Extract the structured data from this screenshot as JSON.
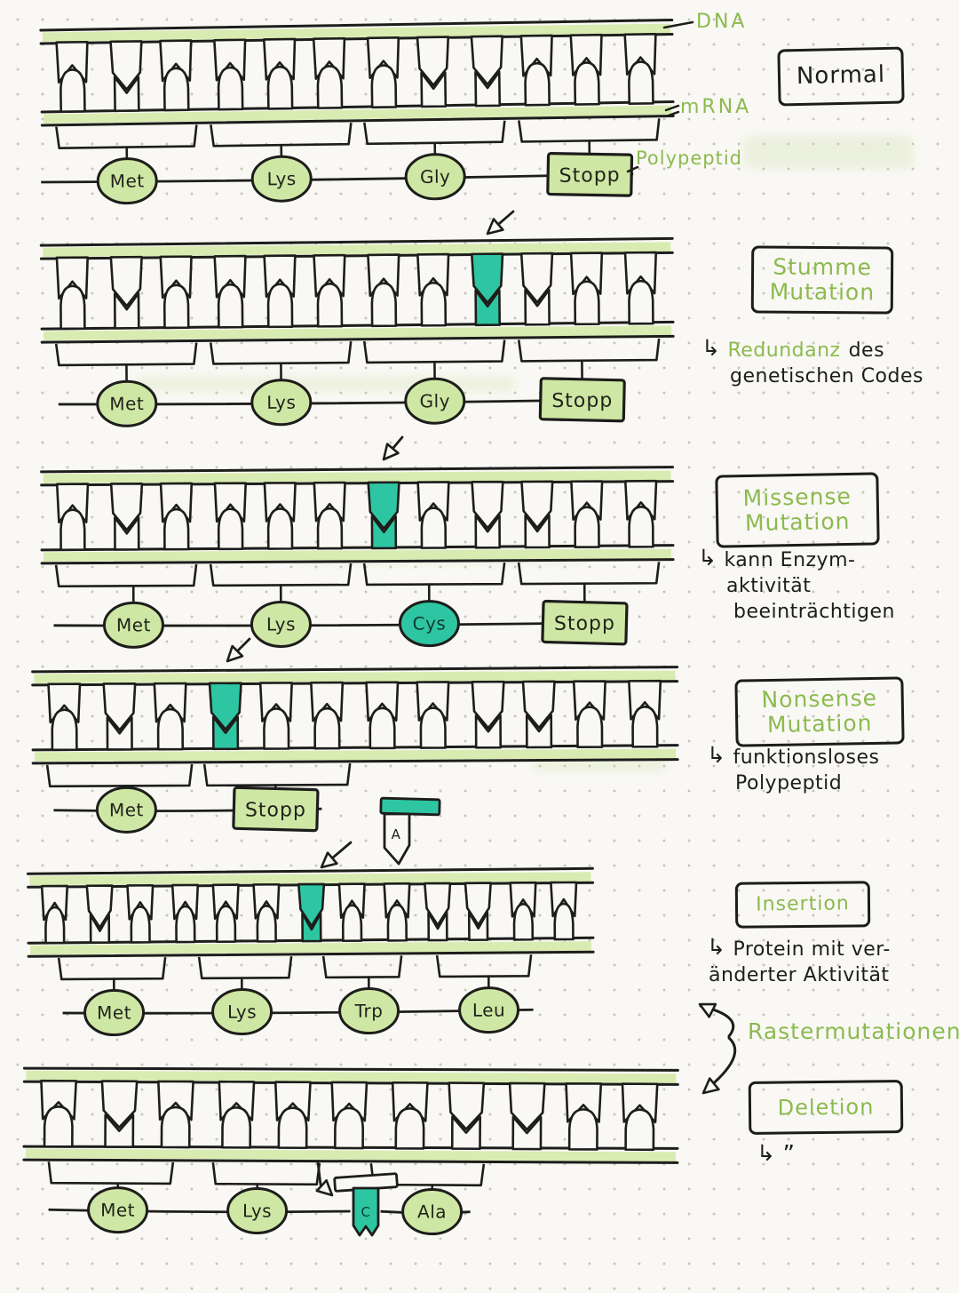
{
  "palette": {
    "paper": "#f9f8f4",
    "ink": "#1d1d1b",
    "band_green": "#d8ecb2",
    "fill_green": "#cfe7a4",
    "text_green": "#8cba4f",
    "teal": "#2ec6a2",
    "dot": "#c7c6bd"
  },
  "legend": {
    "dna": "DNA",
    "mrna": "mRNA",
    "polypeptide": "Polypeptid"
  },
  "sections": {
    "normal": {
      "title": "Normal"
    },
    "stumme": {
      "title_line1": "Stumme",
      "title_line2": "Mutation",
      "arrow": "↳",
      "note_green": "Redundanz",
      "note_black": "des",
      "note_line2": "genetischen Codes"
    },
    "missense": {
      "title_line1": "Missense",
      "title_line2": "Mutation",
      "arrow": "↳",
      "note_line1": "kann Enzym-",
      "note_line2": "aktivität",
      "note_line3": "beeinträchtigen"
    },
    "nonsense": {
      "title_line1": "Nonsense",
      "title_line2": "Mutation",
      "arrow": "↳",
      "note_line1": "funktionsloses",
      "note_line2": "Polypeptid"
    },
    "insertion": {
      "title": "Insertion",
      "arrow": "↳",
      "note_line1": "Protein mit ver-",
      "note_line2": "änderter Aktivität"
    },
    "raster": {
      "label": "Rastermutationen"
    },
    "deletion": {
      "title": "Deletion",
      "arrow": "↳",
      "ditto": "”"
    }
  },
  "diagrams": [
    {
      "name": "normal",
      "pattern": "ABAAAAABBAAA",
      "highlight": [],
      "amino_acids": [
        {
          "label": "Met",
          "shape": "oval"
        },
        {
          "label": "Lys",
          "shape": "oval"
        },
        {
          "label": "Gly",
          "shape": "oval"
        },
        {
          "label": "Stopp",
          "shape": "rect"
        }
      ]
    },
    {
      "name": "stumme-mutation",
      "pattern": "ABAAAAAABBAA",
      "highlight": [
        9
      ],
      "amino_acids": [
        {
          "label": "Met",
          "shape": "oval"
        },
        {
          "label": "Lys",
          "shape": "oval"
        },
        {
          "label": "Gly",
          "shape": "oval"
        },
        {
          "label": "Stopp",
          "shape": "rect"
        }
      ]
    },
    {
      "name": "missense-mutation",
      "pattern": "ABAAAABABBAA",
      "highlight": [
        7
      ],
      "amino_acids": [
        {
          "label": "Met",
          "shape": "oval"
        },
        {
          "label": "Lys",
          "shape": "oval"
        },
        {
          "label": "Cys",
          "shape": "oval",
          "teal": true
        },
        {
          "label": "Stopp",
          "shape": "rect"
        }
      ]
    },
    {
      "name": "nonsense-mutation",
      "pattern": "ABABAAAABBAA",
      "highlight": [
        4
      ],
      "inserted_base": "A",
      "amino_acids": [
        {
          "label": "Met",
          "shape": "oval"
        },
        {
          "label": "Stopp",
          "shape": "rect"
        }
      ]
    },
    {
      "name": "insertion",
      "pattern": "ABAAAABAABBAA",
      "highlight": [
        7
      ],
      "amino_acids": [
        {
          "label": "Met",
          "shape": "oval"
        },
        {
          "label": "Lys",
          "shape": "oval"
        },
        {
          "label": "Trp",
          "shape": "oval"
        },
        {
          "label": "Leu",
          "shape": "oval"
        }
      ]
    },
    {
      "name": "deletion",
      "pattern": "ABAAAAABBAA",
      "highlight": [],
      "amino_acids": [
        {
          "label": "Met",
          "shape": "oval"
        },
        {
          "label": "Lys",
          "shape": "oval"
        },
        {
          "label": "C",
          "shape": "removed",
          "teal": true
        },
        {
          "label": "Ala",
          "shape": "oval"
        }
      ]
    }
  ]
}
